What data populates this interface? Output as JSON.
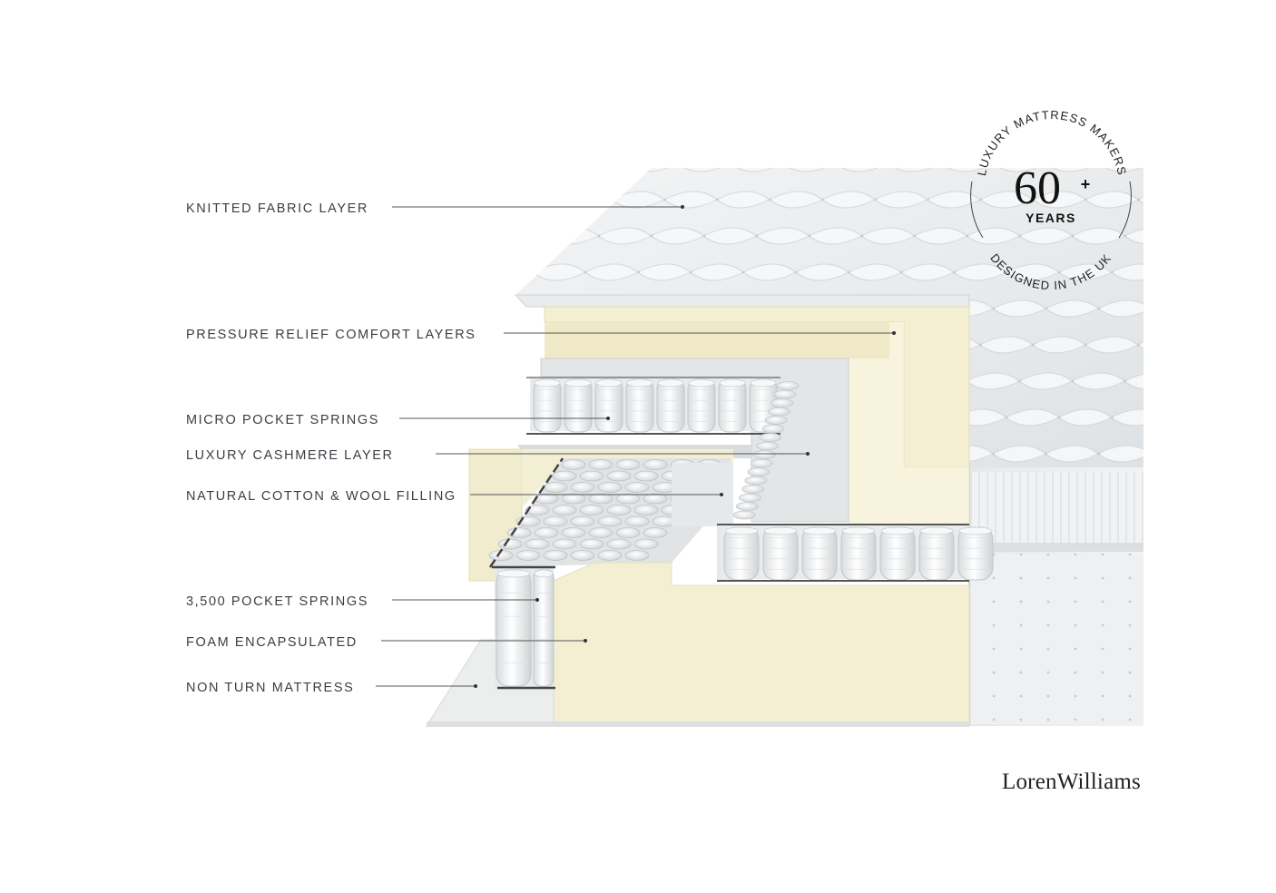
{
  "callouts": [
    {
      "label": "KNITTED FABRIC LAYER"
    },
    {
      "label": "PRESSURE RELIEF COMFORT LAYERS"
    },
    {
      "label": "MICRO POCKET SPRINGS"
    },
    {
      "label": "LUXURY CASHMERE LAYER"
    },
    {
      "label": "NATURAL COTTON & WOOL FILLING"
    },
    {
      "label": "3,500 POCKET SPRINGS"
    },
    {
      "label": "FOAM ENCAPSULATED"
    },
    {
      "label": "NON TURN MATTRESS"
    }
  ],
  "badge": {
    "arc_top": "LUXURY MATTRESS MAKERS",
    "number": "60",
    "plus": "+",
    "years": "YEARS",
    "arc_bottom": "DESIGNED IN THE UK"
  },
  "brand": {
    "name": "LorenWilliams"
  },
  "colors": {
    "label_text": "#3a3f44",
    "leader_line": "#555555",
    "cream_foam": "#f4efd2",
    "fabric": "#eceef0"
  }
}
